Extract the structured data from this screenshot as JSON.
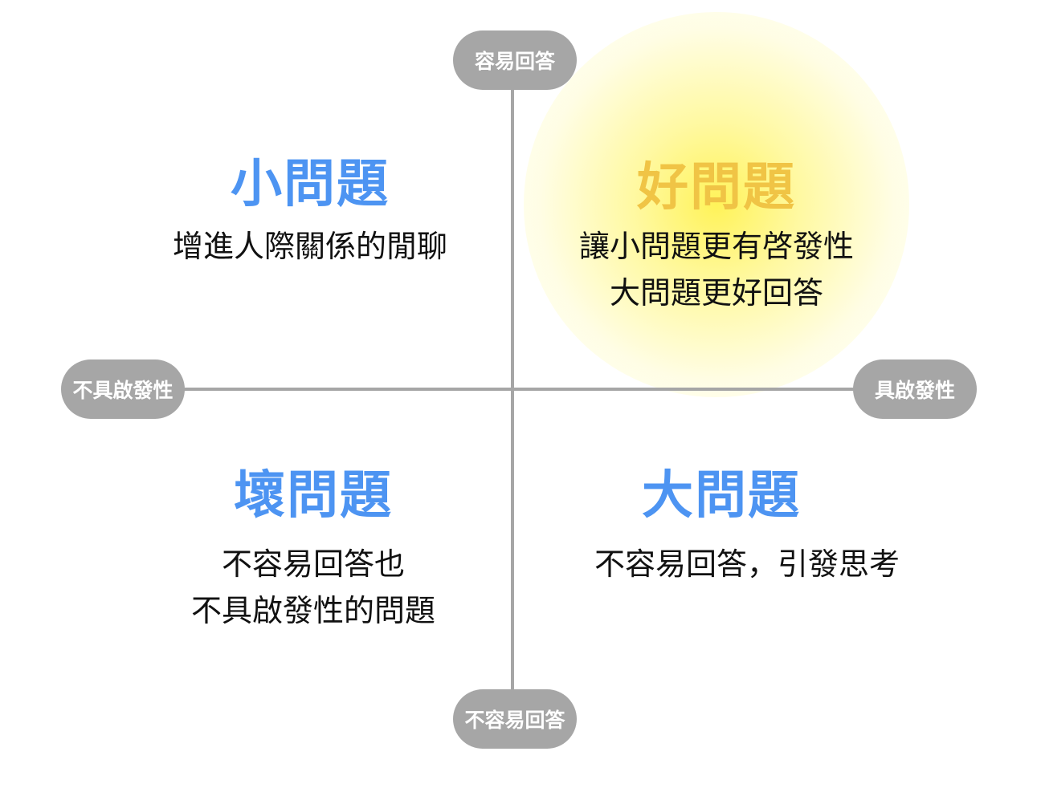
{
  "axes": {
    "top": "容易回答",
    "bottom": "不容易回答",
    "left": "不具啟發性",
    "right": "具啟發性"
  },
  "quadrants": {
    "top_left": {
      "title": "小問題",
      "lines": [
        "增進人際關係的閒聊"
      ]
    },
    "top_right": {
      "title": "好問題",
      "lines": [
        "讓小問題更有啓發性",
        "大問題更好回答"
      ]
    },
    "bottom_left": {
      "title": "壞問題",
      "lines": [
        "不容易回答也",
        "不具啟發性的問題"
      ]
    },
    "bottom_right": {
      "title": "大問題",
      "lines": [
        "不容易回答，引發思考"
      ]
    }
  },
  "colors": {
    "axis": "#a6a6a6",
    "blue": "#4d94f2",
    "yellow": "#f0c445"
  }
}
